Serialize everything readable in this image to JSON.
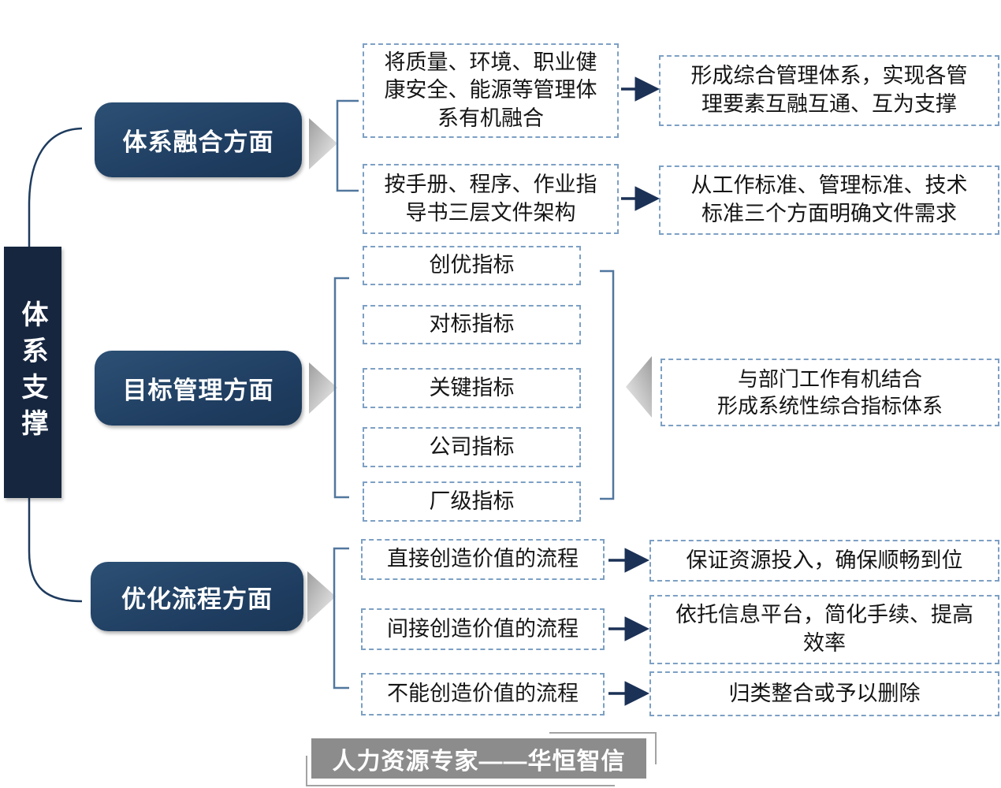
{
  "root": {
    "label": "体系支撑"
  },
  "colors": {
    "navy_dark": "#16263f",
    "navy_node": "#1f3d60",
    "dash_border": "#7da0c4",
    "bracket": "#51779e",
    "connector": "#1e3b5e",
    "arrow": "#1b3156",
    "banner_gray": "#8c8c8c"
  },
  "branches": [
    {
      "label": "体系融合方面",
      "items": [
        {
          "text": "将质量、环境、职业健\n康安全、能源等管理体\n系有机融合",
          "result": "形成综合管理体系，实现各管\n理要素互融互通、互为支撑"
        },
        {
          "text": "按手册、程序、作业指\n导书三层文件架构",
          "result": "从工作标准、管理标准、技术\n标准三个方面明确文件需求"
        }
      ]
    },
    {
      "label": "目标管理方面",
      "indicators": [
        "创优指标",
        "对标指标",
        "关键指标",
        "公司指标",
        "厂级指标"
      ],
      "summary": "与部门工作有机结合\n形成系统性综合指标体系"
    },
    {
      "label": "优化流程方面",
      "items": [
        {
          "text": "直接创造价值的流程",
          "result": "保证资源投入，确保顺畅到位"
        },
        {
          "text": "间接创造价值的流程",
          "result": "依托信息平台，简化手续、提高\n效率"
        },
        {
          "text": "不能创造价值的流程",
          "result": "归类整合或予以删除"
        }
      ]
    }
  ],
  "footer": {
    "banner": "人力资源专家——华恒智信"
  }
}
